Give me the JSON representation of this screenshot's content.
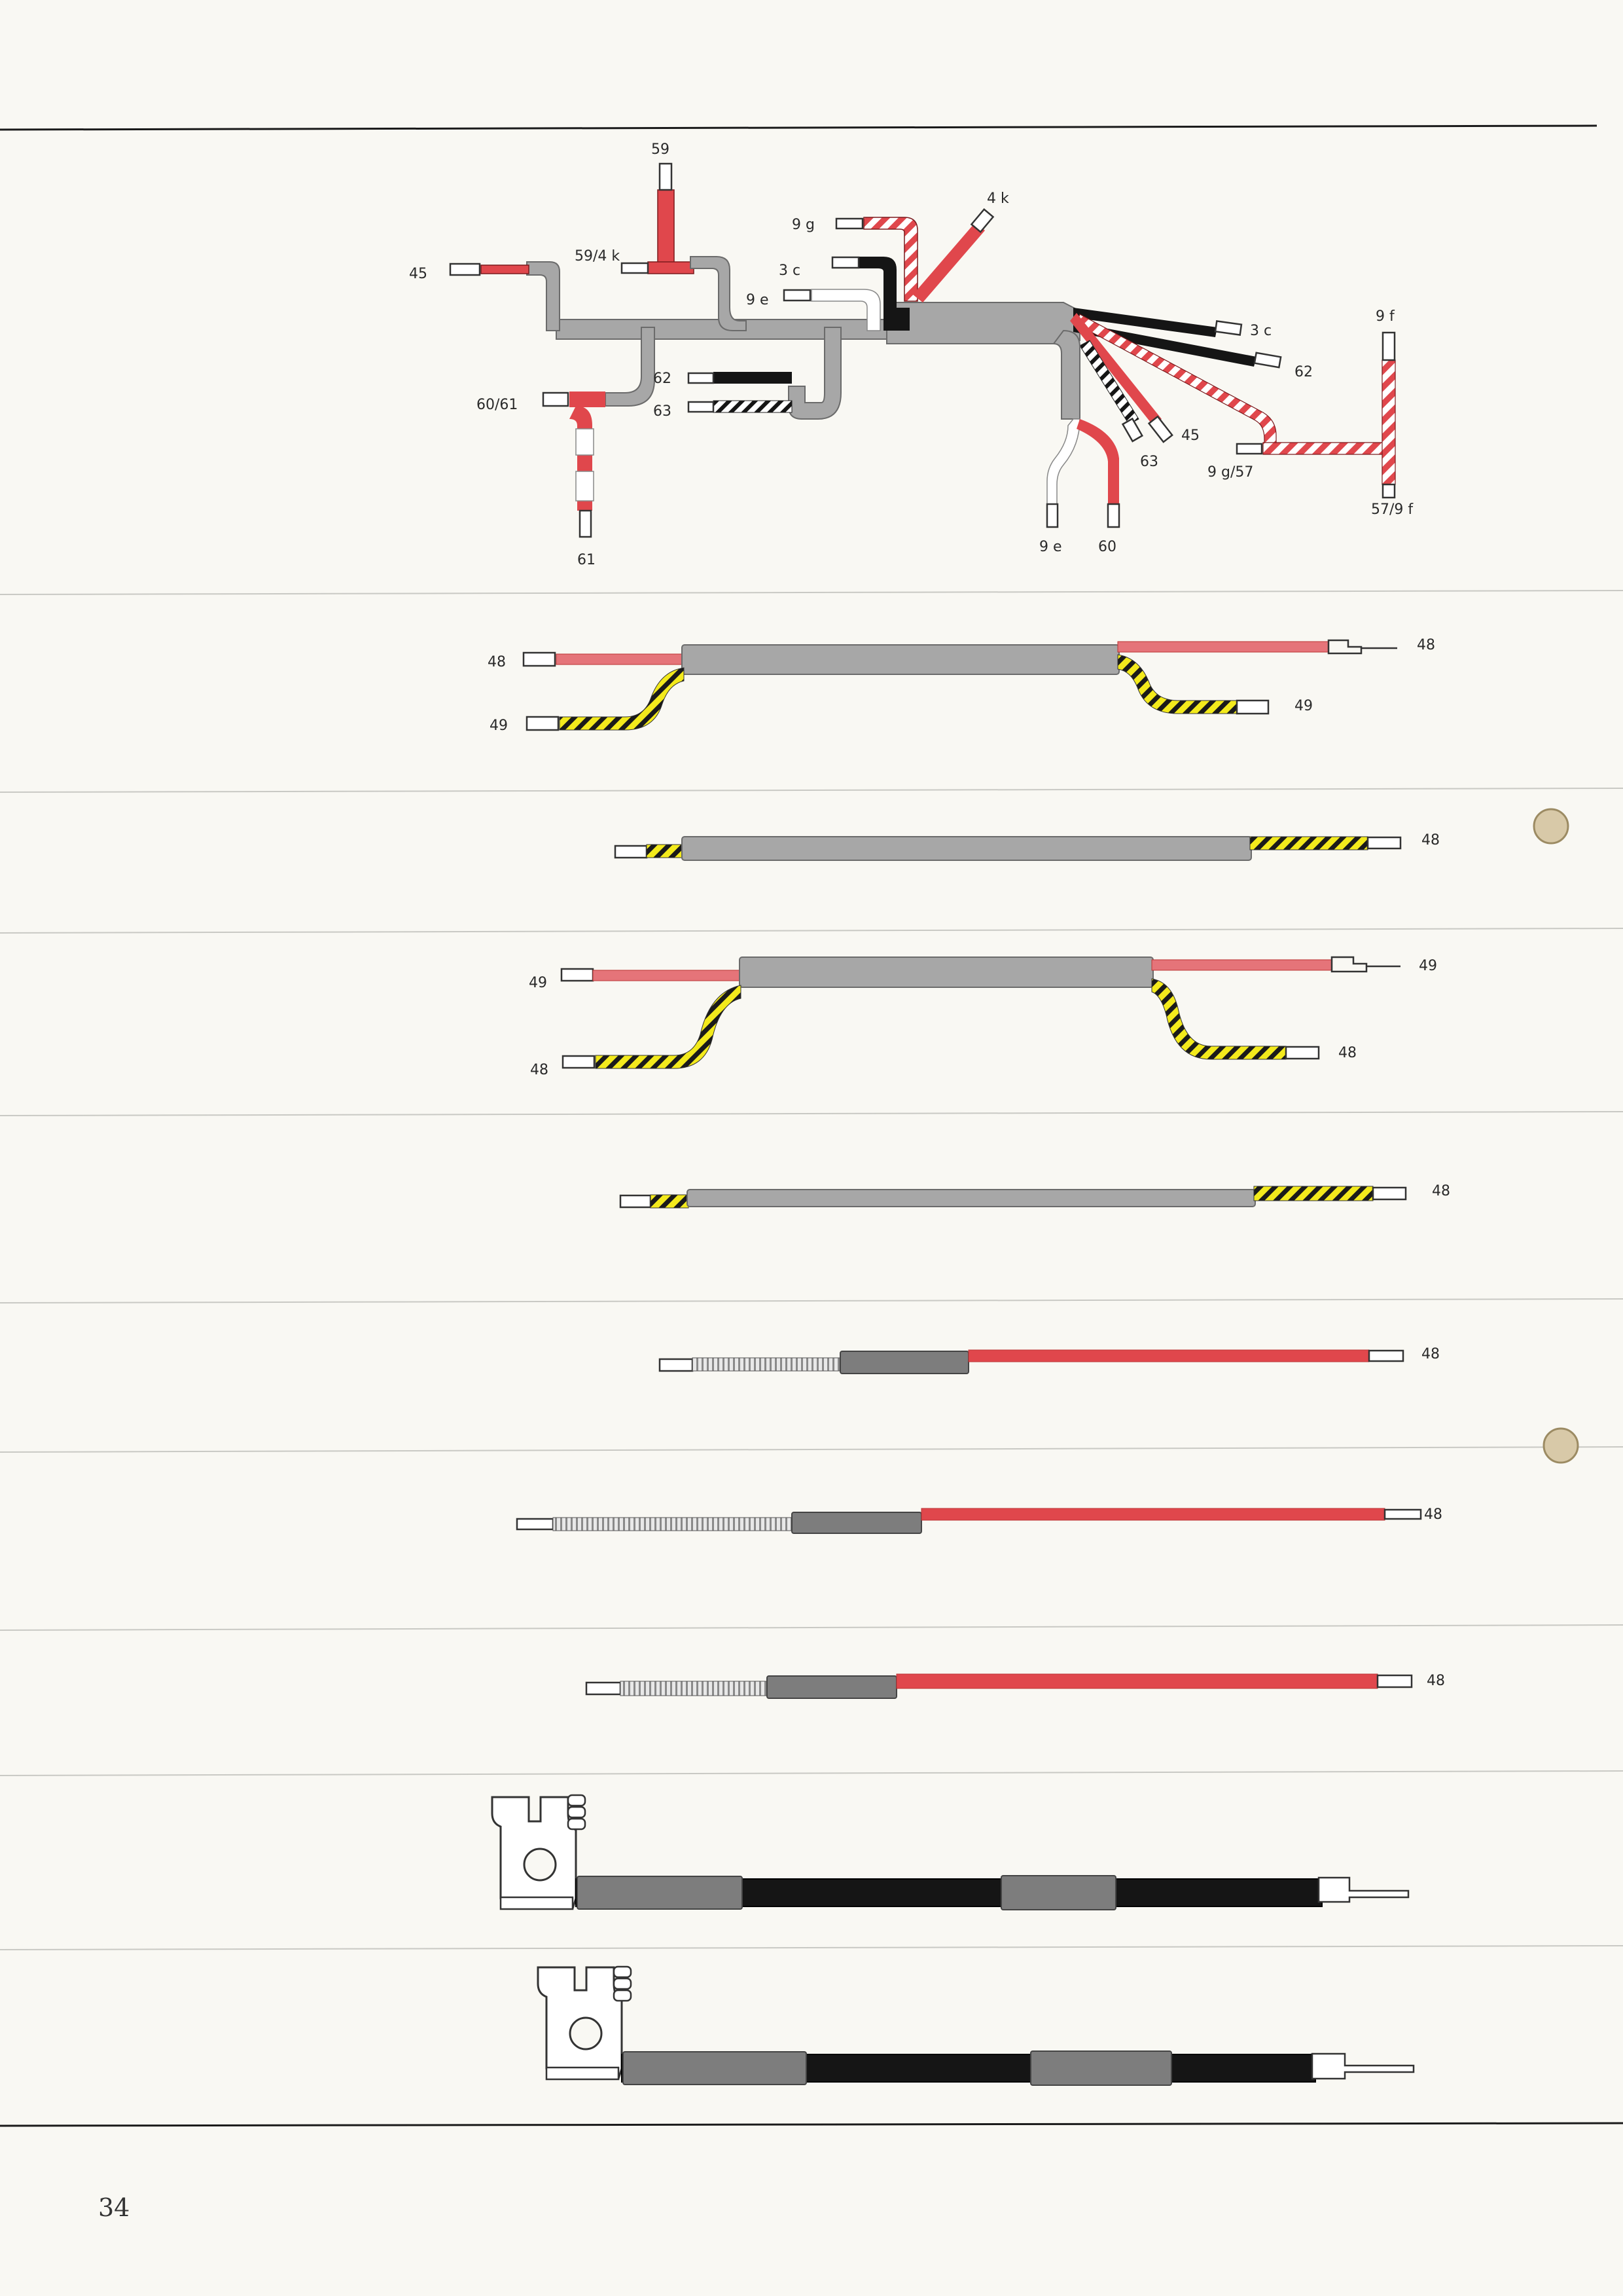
{
  "page": {
    "number": "34"
  },
  "colors": {
    "red": "#e0474c",
    "red_pale": "#e57479",
    "black": "#151515",
    "grey_sheath": "#a7a7a7",
    "yellow": "#f3ea1c",
    "white": "#ffffff",
    "hole": "#d8c9a8"
  },
  "harness_main": {
    "labels": {
      "l59": "59",
      "l594k": "59/4 k",
      "l45": "45",
      "l9g": "9 g",
      "l4k": "4 k",
      "l3c_top": "3 c",
      "l9e_top": "9 e",
      "l3c_right": "3 c",
      "l62_right": "62",
      "l9f": "9 f",
      "l6061": "60/61",
      "l62_left": "62",
      "l63_left": "63",
      "l45_right": "45",
      "l63_right": "63",
      "l9g57": "9 g/57",
      "l579f": "57/9 f",
      "l61": "61",
      "l9e_bottom": "9 e",
      "l60": "60"
    }
  },
  "harness_2": {
    "labels": {
      "a": "48",
      "b": "49",
      "c": "48",
      "d": "49"
    }
  },
  "harness_3": {
    "labels": {
      "a": "48"
    }
  },
  "harness_4": {
    "labels": {
      "a": "49",
      "b": "48",
      "c": "49",
      "d": "48"
    }
  },
  "harness_5": {
    "labels": {
      "a": "48"
    }
  },
  "harness_6": {
    "labels": {
      "a": "48"
    }
  },
  "harness_7": {
    "labels": {
      "a": "48"
    }
  },
  "harness_8": {
    "labels": {
      "a": "48"
    }
  },
  "battery_cable_1": {},
  "battery_cable_2": {}
}
